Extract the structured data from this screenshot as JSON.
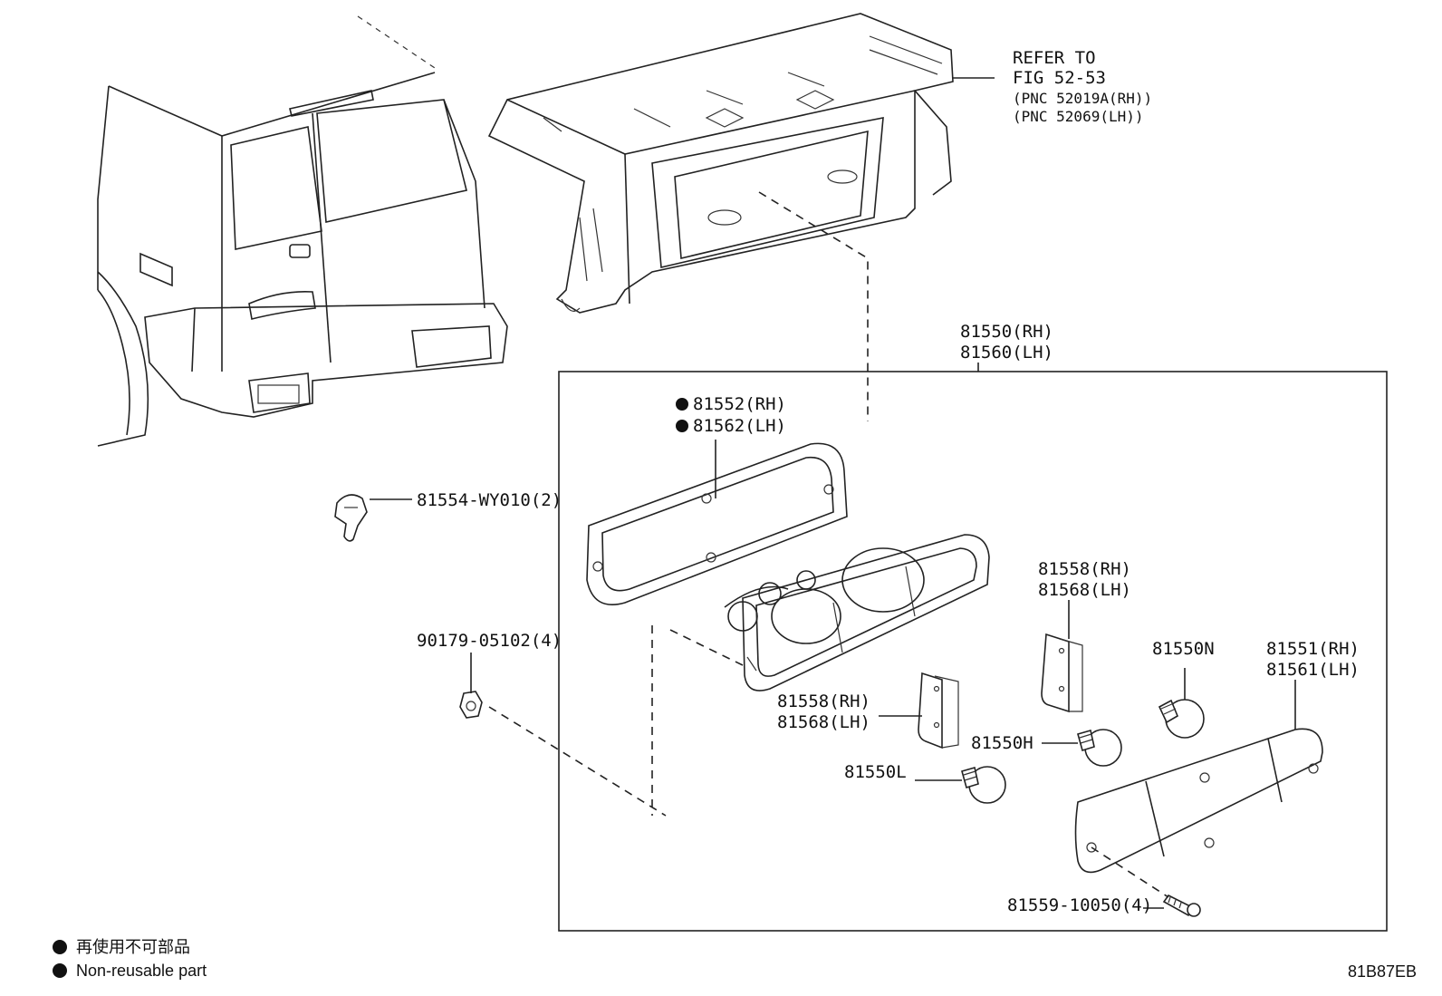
{
  "refer": {
    "line1": "REFER TO",
    "line2": "FIG 52-53",
    "pnc_rh": "(PNC 52019A(RH))",
    "pnc_lh": "(PNC 52069(LH))"
  },
  "callouts": {
    "assembly_rh": "81550(RH)",
    "assembly_lh": "81560(LH)",
    "gasket_rh": "81552(RH)",
    "gasket_lh": "81562(LH)",
    "clip": "81554-WY010(2)",
    "nut": "90179-05102(4)",
    "reflector_upper_rh": "81558(RH)",
    "reflector_upper_lh": "81568(LH)",
    "reflector_lower_rh": "81558(RH)",
    "reflector_lower_lh": "81568(LH)",
    "bulb_n": "81550N",
    "bulb_h": "81550H",
    "bulb_l": "81550L",
    "lens_rh": "81551(RH)",
    "lens_lh": "81561(LH)",
    "screw": "81559-10050(4)"
  },
  "legend": {
    "japanese": "再使用不可部品",
    "english": "Non-reusable part"
  },
  "figure_code": "81B87EB"
}
